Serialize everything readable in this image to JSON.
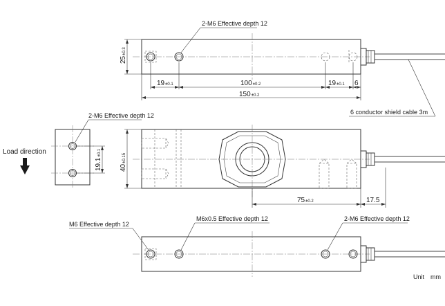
{
  "labels": {
    "top_thread": "2-M6 Effective depth 12",
    "dim_25": "25",
    "dim_25_tol": "±0.3",
    "dim_19_left": "19",
    "dim_19_left_tol": "±0.1",
    "dim_100": "100",
    "dim_100_tol": "±0.2",
    "dim_19_right": "19",
    "dim_19_right_tol": "±0.1",
    "dim_6": "6",
    "dim_150": "150",
    "dim_150_tol": "±0.2",
    "cable": "6 conductor shield cable 3m",
    "side_thread": "2-M6 Effective depth 12",
    "load_direction": "Load direction",
    "dim_19_1": "19.1",
    "dim_19_1_tol": "±0.1",
    "dim_40": "40",
    "dim_40_tol": "±0.15",
    "dim_75": "75",
    "dim_75_tol": "±0.2",
    "dim_17_5": "17.5",
    "bottom_thread_left": "M6 Effective depth 12",
    "bottom_thread_mid": "M6x0.5 Effective depth 12",
    "bottom_thread_right": "2-M6 Effective depth 12",
    "unit_label": "Unit",
    "unit_value": "mm"
  },
  "colors": {
    "line": "#333333",
    "text": "#1a1a1a",
    "background": "#ffffff"
  }
}
